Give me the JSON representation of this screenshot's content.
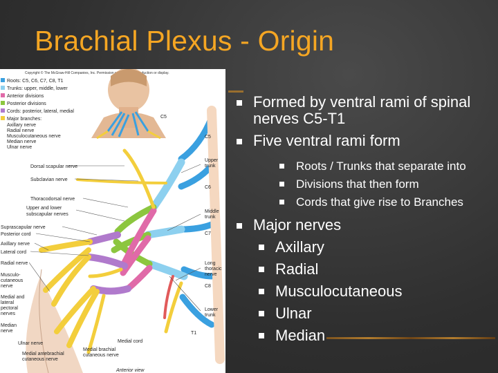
{
  "slide": {
    "title": "Brachial Plexus - Origin"
  },
  "figure": {
    "copyright": "Copyright © The McGraw-Hill Companies, Inc. Permission required for reproduction or display.",
    "legend": [
      {
        "label": "Roots: C5, C6, C7, C8, T1",
        "color": "#3aa0e0"
      },
      {
        "label": "Trunks: upper, middle, lower",
        "color": "#8dd0ef"
      },
      {
        "label": "Anterior divisions",
        "color": "#e06aa8"
      },
      {
        "label": "Posterior divisions",
        "color": "#8cc63f"
      },
      {
        "label": "Cords: posterior, lateral, medial",
        "color": "#b07acc"
      },
      {
        "label": "Major branches:",
        "color": "#f3ce3c"
      }
    ],
    "branch_list": [
      "Axillary nerve",
      "Radial nerve",
      "Musculocutaneous nerve",
      "Median nerve",
      "Ulnar nerve"
    ],
    "left_labels": {
      "dorsal_scapular": "Dorsal scapular nerve",
      "subclavian": "Subclavian nerve",
      "thoracodorsal": "Thoracodorsal nerve",
      "subscapular_1": "Upper and lower",
      "subscapular_2": "subscapular nerves",
      "suprascapular": "Suprascapular nerve",
      "posterior_cord": "Posterior cord",
      "axillary": "Axillary nerve",
      "lateral_cord": "Lateral cord",
      "radial": "Radial nerve",
      "musculo_1": "Musculo-",
      "musculo_2": "cutaneous",
      "musculo_3": "nerve",
      "pectoral_1": "Medial and",
      "pectoral_2": "lateral",
      "pectoral_3": "pectoral",
      "pectoral_4": "nerves",
      "median_1": "Median",
      "median_2": "nerve",
      "ulnar": "Ulnar nerve",
      "antebrachial_1": "Medial antebrachial",
      "antebrachial_2": "cutaneous nerve",
      "brachial_1": "Medial brachial",
      "brachial_2": "cutaneous nerve",
      "medial_cord": "Medial cord",
      "anterior_view": "Anterior view"
    },
    "right_labels": {
      "c5": "C5",
      "c5b": "C5",
      "upper_trunk_1": "Upper",
      "upper_trunk_2": "trunk",
      "c6": "C6",
      "middle_trunk_1": "Middle",
      "middle_trunk_2": "trunk",
      "c7": "C7",
      "long_thoracic_1": "Long",
      "long_thoracic_2": "thoracic",
      "long_thoracic_3": "nerve",
      "c8": "C8",
      "lower_trunk_1": "Lower",
      "lower_trunk_2": "trunk",
      "t1": "T1"
    }
  },
  "bullets": [
    {
      "text": "Formed by ventral rami of spinal nerves C5-T1"
    },
    {
      "text": "Five ventral rami form",
      "sub": [
        "Roots / Trunks  that separate into",
        "Divisions that then form",
        "Cords that give rise to Branches"
      ]
    },
    {
      "text": "Major nerves",
      "sub": [
        "Axillary",
        "Radial",
        "Musculocutaneous",
        "Ulnar",
        "Median"
      ]
    }
  ]
}
